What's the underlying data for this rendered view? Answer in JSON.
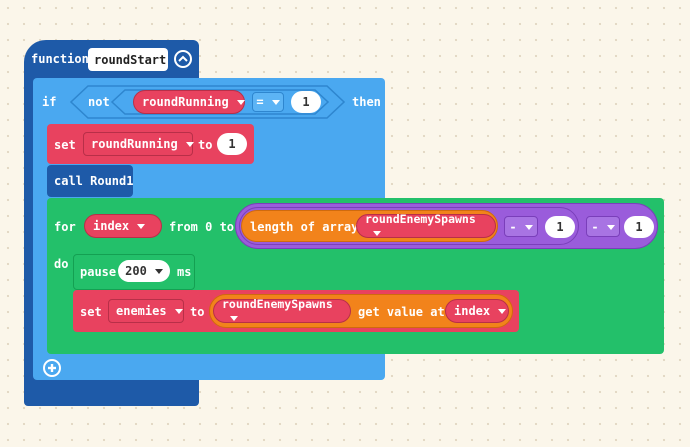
{
  "function_block": {
    "keyword": "function",
    "name": "roundStart",
    "colors": {
      "block": "#1e5aa8"
    }
  },
  "if_block": {
    "keyword": "if",
    "not_label": "not",
    "variable": "roundRunning",
    "operator": "=",
    "value": "1",
    "then_label": "then",
    "colors": {
      "block": "#4aa8f0"
    }
  },
  "set_block_1": {
    "keyword": "set",
    "variable": "roundRunning",
    "to_label": "to",
    "value": "1"
  },
  "call_block": {
    "label": "call Round1"
  },
  "for_block": {
    "keyword": "for",
    "variable": "index",
    "from_label": "from 0 to",
    "do_label": "do",
    "length_label": "length of array",
    "array_name": "roundEnemySpawns",
    "op1": "-",
    "value1": "1",
    "op2": "-",
    "value2": "1",
    "colors": {
      "block": "#23c06a",
      "math": "#9a5cdb",
      "array": "#f2831b"
    }
  },
  "pause_block": {
    "keyword": "pause",
    "value": "200",
    "unit": "ms"
  },
  "set_block_2": {
    "keyword": "set",
    "variable": "enemies",
    "to_label": "to",
    "array_name": "roundEnemySpawns",
    "get_label": "get value at",
    "index_var": "index"
  },
  "icons": {
    "collapse": "chevron-up-icon",
    "add": "plus-circle-icon",
    "dropdown": "caret-down-icon"
  }
}
